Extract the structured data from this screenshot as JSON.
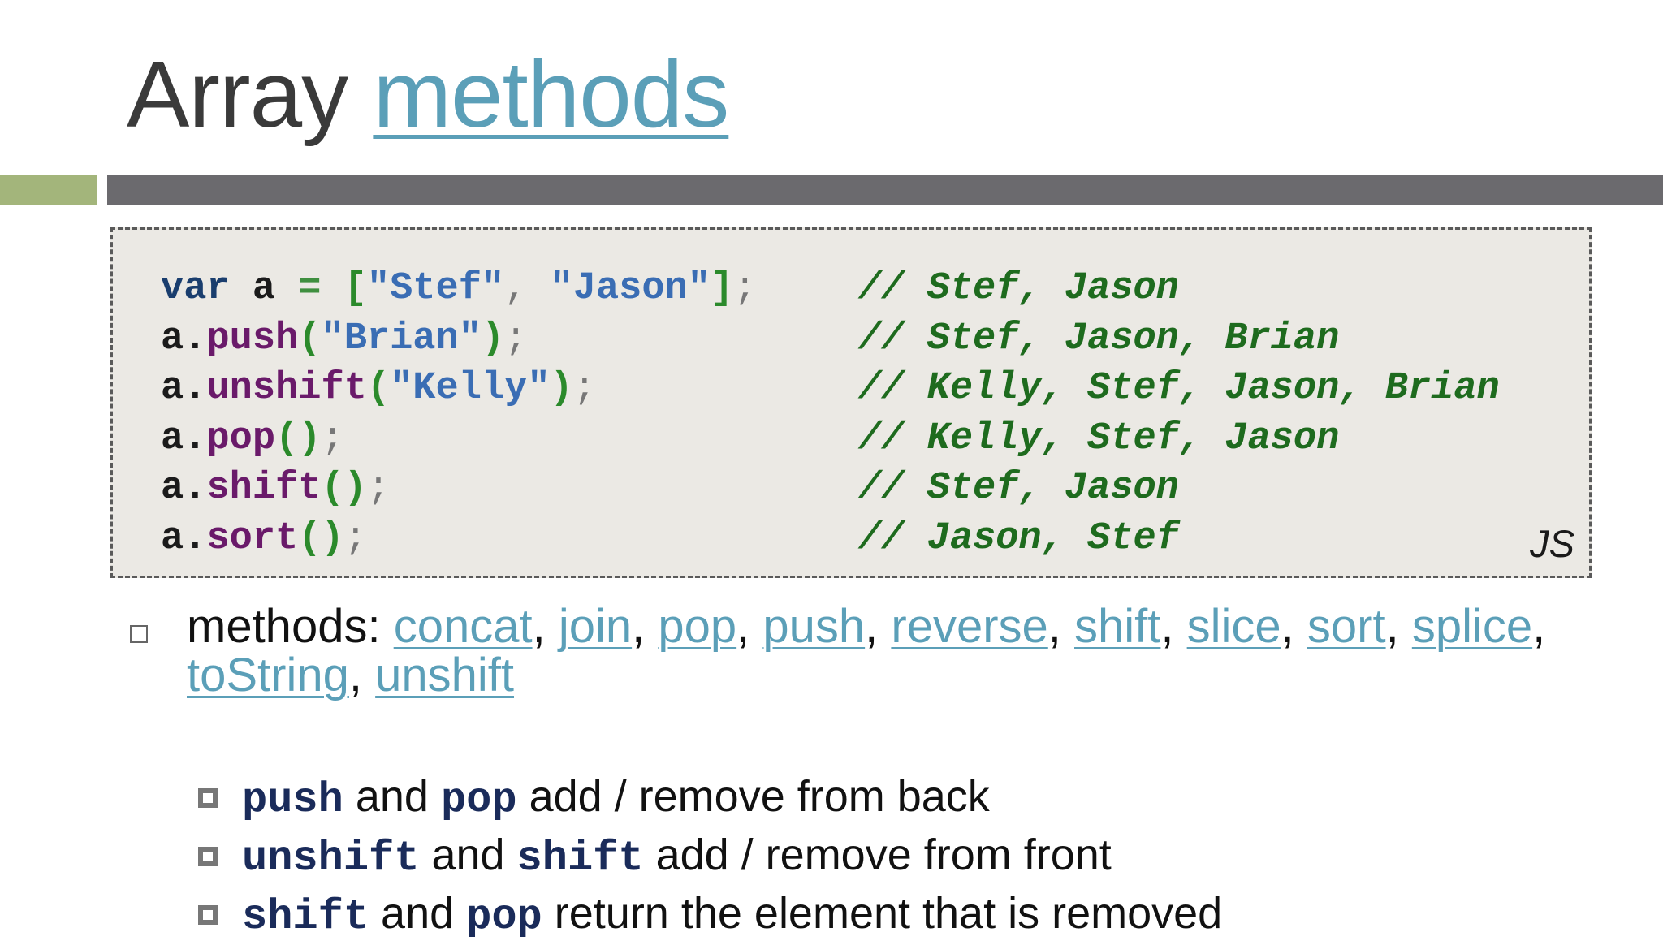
{
  "title": {
    "word1": "Array ",
    "word2": "methods"
  },
  "code": {
    "lines": [
      {
        "c1": "var",
        "c2": " a ",
        "c3": "=",
        "c4": " [",
        "c5": "\"Stef\"",
        "c6": ", ",
        "c7": "\"Jason\"",
        "c8": "]",
        "c9": ";",
        "comment": "// Stef, Jason"
      },
      {
        "c1": "a",
        "c2": ".",
        "c3": "push",
        "c4": "(",
        "c5": "\"Brian\"",
        "c6": ")",
        "c7": ";",
        "comment": "// Stef, Jason, Brian"
      },
      {
        "c1": "a",
        "c2": ".",
        "c3": "unshift",
        "c4": "(",
        "c5": "\"Kelly\"",
        "c6": ")",
        "c7": ";",
        "comment": "// Kelly, Stef, Jason, Brian"
      },
      {
        "c1": "a",
        "c2": ".",
        "c3": "pop",
        "c4": "()",
        "c5": ";",
        "comment": "// Kelly, Stef, Jason"
      },
      {
        "c1": "a",
        "c2": ".",
        "c3": "shift",
        "c4": "()",
        "c5": ";",
        "comment": "// Stef, Jason"
      },
      {
        "c1": "a",
        "c2": ".",
        "c3": "sort",
        "c4": "()",
        "c5": ";",
        "comment": "// Jason, Stef"
      }
    ],
    "lang_tag": "JS"
  },
  "methods": {
    "label": "methods: ",
    "links": [
      "concat",
      "join",
      "pop",
      "push",
      "reverse",
      "shift",
      "slice",
      "sort",
      "splice",
      "toString",
      "unshift"
    ]
  },
  "sub_bullets": [
    {
      "w1": "push",
      "t1": " and ",
      "w2": "pop",
      "t2": " add / remove from back"
    },
    {
      "w1": "unshift",
      "t1": " and ",
      "w2": "shift",
      "t2": " add / remove from front"
    },
    {
      "w1": "shift",
      "t1": " and ",
      "w2": "pop",
      "t2": " return the element that is removed"
    }
  ]
}
